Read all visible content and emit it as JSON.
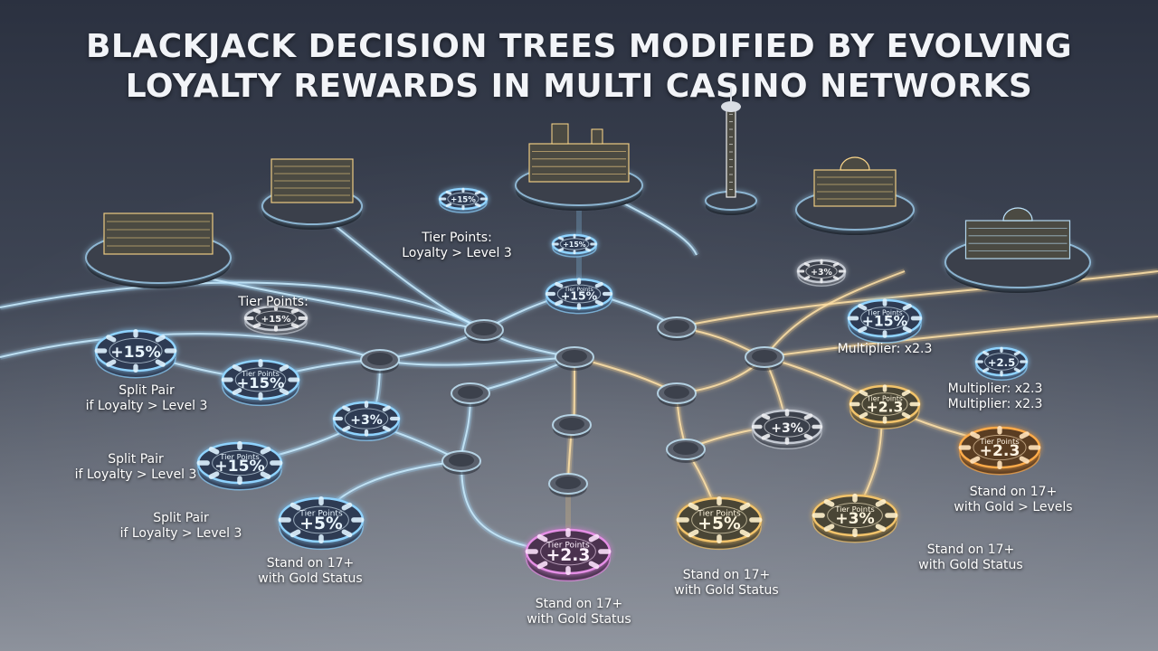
{
  "title": {
    "line1": "BLACKJACK DECISION TREES MODIFIED BY EVOLVING",
    "line2": "LOYALTY REWARDS IN MULTI CASINO NETWORKS"
  },
  "colors": {
    "blue": "#6fc6ff",
    "gold": "#f2c36b",
    "pink": "#e58fe6",
    "chip_dark": "#4a4f5c"
  },
  "casinos": [
    {
      "name": "casino-left-resort"
    },
    {
      "name": "casino-bellagio-style"
    },
    {
      "name": "casino-city-skyline"
    },
    {
      "name": "casino-tower"
    },
    {
      "name": "casino-domed-palace"
    },
    {
      "name": "casino-capitol-building"
    }
  ],
  "chips": [
    {
      "text": "+15%",
      "sub": "",
      "tone": "blue"
    },
    {
      "text": "+15%",
      "sub": "",
      "tone": "blue"
    },
    {
      "text": "+15%",
      "sub": "Tier Points",
      "tone": "blue"
    },
    {
      "text": "+3%",
      "sub": "",
      "tone": "blue"
    },
    {
      "text": "+15%",
      "sub": "",
      "tone": "dark"
    },
    {
      "text": "+15%",
      "sub": "Tier Points",
      "tone": "blue"
    },
    {
      "text": "+3%",
      "sub": "",
      "tone": "dark"
    },
    {
      "text": "+15%",
      "sub": "Tier Points",
      "tone": "blue"
    },
    {
      "text": "+5%",
      "sub": "Tier Points",
      "tone": "blue"
    },
    {
      "text": "+15%",
      "sub": "Tier Points",
      "tone": "blue"
    },
    {
      "text": "+2.5",
      "sub": "",
      "tone": "blue"
    },
    {
      "text": "+3%",
      "sub": "",
      "tone": "dark"
    },
    {
      "text": "+2.3",
      "sub": "Tier Points",
      "tone": "gold"
    },
    {
      "text": "+2.3",
      "sub": "Tier Points",
      "tone": "orange"
    },
    {
      "text": "+5%",
      "sub": "Tier Points",
      "tone": "gold"
    },
    {
      "text": "+3%",
      "sub": "Tier Points",
      "tone": "gold"
    },
    {
      "text": "+2.3",
      "sub": "Tier Points",
      "tone": "pink"
    },
    {
      "text": "+15%",
      "sub": "",
      "tone": "blue"
    }
  ],
  "labels": [
    {
      "line1": "Tier Points:",
      "line2": "Loyalty > Level 3"
    },
    {
      "line1": "Tier Points:",
      "line2": ""
    },
    {
      "line1": "Split Pair",
      "line2": "if Loyalty > Level 3"
    },
    {
      "line1": "Split Pair",
      "line2": "if Loyalty > Level 3"
    },
    {
      "line1": "Split Pair",
      "line2": "if Loyalty > Level 3"
    },
    {
      "line1": "Stand on 17+",
      "line2": "with Gold Status"
    },
    {
      "line1": "Stand on 17+",
      "line2": "with Gold Status"
    },
    {
      "line1": "Stand on 17+",
      "line2": "with Gold Status"
    },
    {
      "line1": "Stand on 17+",
      "line2": "with Gold Status"
    },
    {
      "line1": "Stand on 17+",
      "line2": "with Gold > Levels"
    },
    {
      "line1": "Multiplier: x2.3",
      "line2": ""
    },
    {
      "line1": "Multiplier: x2.3",
      "line2": "Multiplier: x2.3"
    }
  ]
}
